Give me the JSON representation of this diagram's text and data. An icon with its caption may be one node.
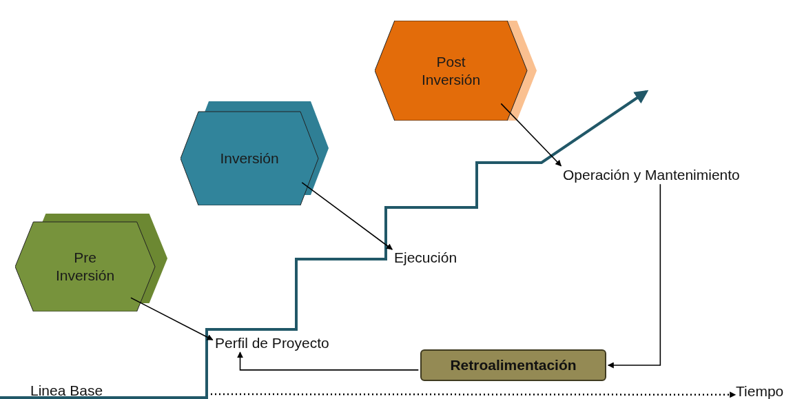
{
  "diagram": {
    "nodes": [
      {
        "text": [
          "Pre Inversión"
        ]
      },
      {
        "text": [
          "Inversión"
        ]
      },
      {
        "text": [
          "Post Inversión"
        ]
      },
      {
        "text": [
          "Perfil de Proyecto"
        ]
      },
      {
        "text": [
          "Ejecución"
        ]
      },
      {
        "text": [
          "Operación y Mantenimiento"
        ]
      },
      {
        "text": [
          "Retroalimentación"
        ]
      },
      {
        "text": [
          "Linea Base"
        ]
      },
      {
        "text": [
          "Tiempo"
        ]
      }
    ],
    "edges": [
      {
        "from": 0,
        "to": 3,
        "arrow": "to"
      },
      {
        "from": 1,
        "to": 4,
        "arrow": "to"
      },
      {
        "from": 2,
        "to": 5,
        "arrow": "to"
      },
      {
        "from": 5,
        "to": 6,
        "arrow": "to"
      },
      {
        "from": 6,
        "to": 3,
        "arrow": "to"
      },
      {
        "from": null,
        "to": 8,
        "arrow": "to",
        "style": "dashed"
      }
    ]
  }
}
